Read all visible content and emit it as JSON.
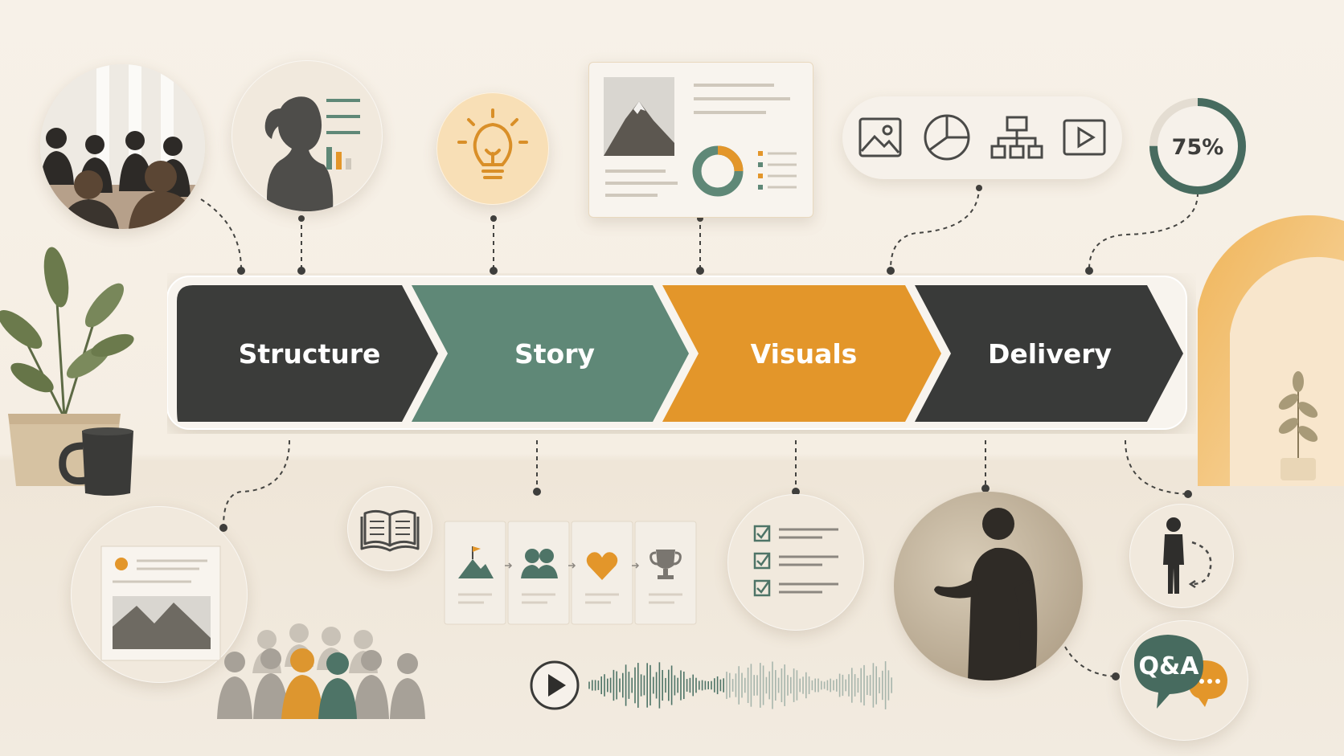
{
  "process": {
    "steps": [
      {
        "label": "Structure",
        "color": "#3b3c3a"
      },
      {
        "label": "Story",
        "color": "#5f8877"
      },
      {
        "label": "Visuals",
        "color": "#e3962a"
      },
      {
        "label": "Delivery",
        "color": "#393a39"
      }
    ]
  },
  "progress": {
    "label": "75%",
    "value": 0.75,
    "color": "#476b5f"
  },
  "qa": {
    "label": "Q&A"
  },
  "icons": {
    "top": [
      "meeting-photo",
      "presenter-profile",
      "lightbulb-icon",
      "slide-layout",
      "media-icons",
      "progress-ring"
    ],
    "bottom": [
      "slide-outline",
      "audience-icon",
      "book-icon",
      "story-arc",
      "checklist-icon",
      "speaker-photo",
      "presenter-movement",
      "audio-waveform",
      "qa-bubble"
    ]
  }
}
